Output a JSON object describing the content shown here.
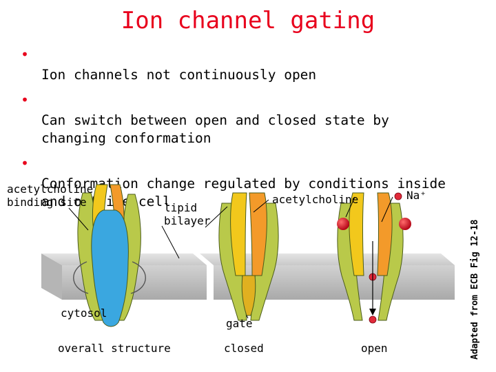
{
  "title": "Ion channel gating",
  "bullets": [
    "Ion channels not continuously open",
    "Can switch between open and closed state by\nchanging  conformation",
    "Conformation change regulated by conditions inside\nand outside cell"
  ],
  "figure": {
    "labels": {
      "binding_site": "acetylcholine\nbinding site",
      "lipid_bilayer": "lipid\nbilayer",
      "acetylcholine": "acetylcholine",
      "na": "Na⁺",
      "cytosol": "cytosol",
      "gate": "gate",
      "overall_structure": "overall structure",
      "closed": "closed",
      "open": "open"
    },
    "credit": "Adapted from ECB Fig 12-18"
  },
  "colors": {
    "title": "#e8001c",
    "bullet_dot": "#e8001c",
    "membrane": "#bdbdbd",
    "subunit_green": "#b9c94a",
    "subunit_yellow": "#f2c81c",
    "subunit_orange": "#f39a2a",
    "subunit_blue": "#3aa7e0",
    "ion_red": "#d8192a"
  }
}
